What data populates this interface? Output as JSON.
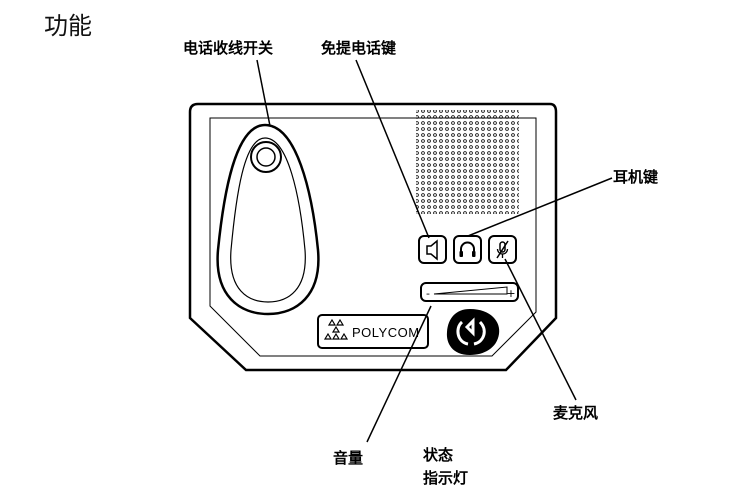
{
  "title": "功能",
  "callouts": {
    "hook_switch": "电话收线开关",
    "speakerphone_key": "免提电话键",
    "headset_key": "耳机键",
    "mute_key": "麦克风",
    "volume": "音量",
    "status_line1": "状态",
    "status_line2": "指示灯"
  },
  "device": {
    "brand": "POLYCOM",
    "volume_minus": "-",
    "volume_plus": "+",
    "icons": [
      "speaker-icon",
      "headset-icon",
      "mic-mute-icon",
      "status-indicator-icon"
    ]
  }
}
